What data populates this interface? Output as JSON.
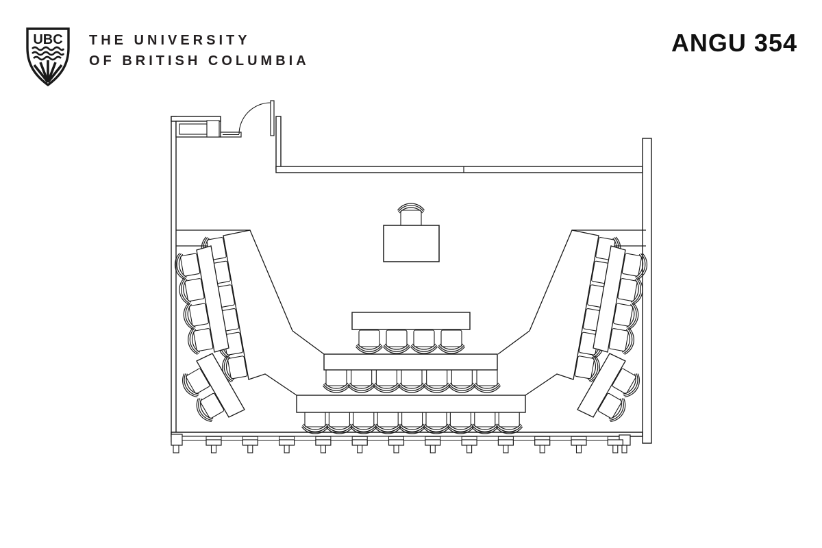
{
  "header": {
    "logo": {
      "monogram": "UBC",
      "wordmark_line1": "THE UNIVERSITY",
      "wordmark_line2": "OF BRITISH COLUMBIA"
    },
    "room_title": "ANGU 354"
  },
  "floor_plan": {
    "room_name": "ANGU 354",
    "type": "tiered-horseshoe-classroom",
    "features": [
      "entry-door-top-left",
      "casework-counter-top-left",
      "window-wall-bottom",
      "instructor-desk-center"
    ],
    "window_mullion_count": 12,
    "seating": {
      "instructor_seats": 1,
      "center_rows": [
        {
          "row": 1,
          "seats": 4
        },
        {
          "row": 2,
          "seats": 7
        },
        {
          "row": 3,
          "seats": 9
        }
      ],
      "left_wing": {
        "inner_table_seats": 6,
        "outer_table_seats": 4,
        "corner_table_seats": 2
      },
      "right_wing": {
        "inner_table_seats": 6,
        "outer_table_seats": 4,
        "corner_table_seats": 2
      },
      "total_student_seats": 44
    },
    "colors": {
      "line": "#1a1a1a",
      "background": "#ffffff"
    }
  }
}
